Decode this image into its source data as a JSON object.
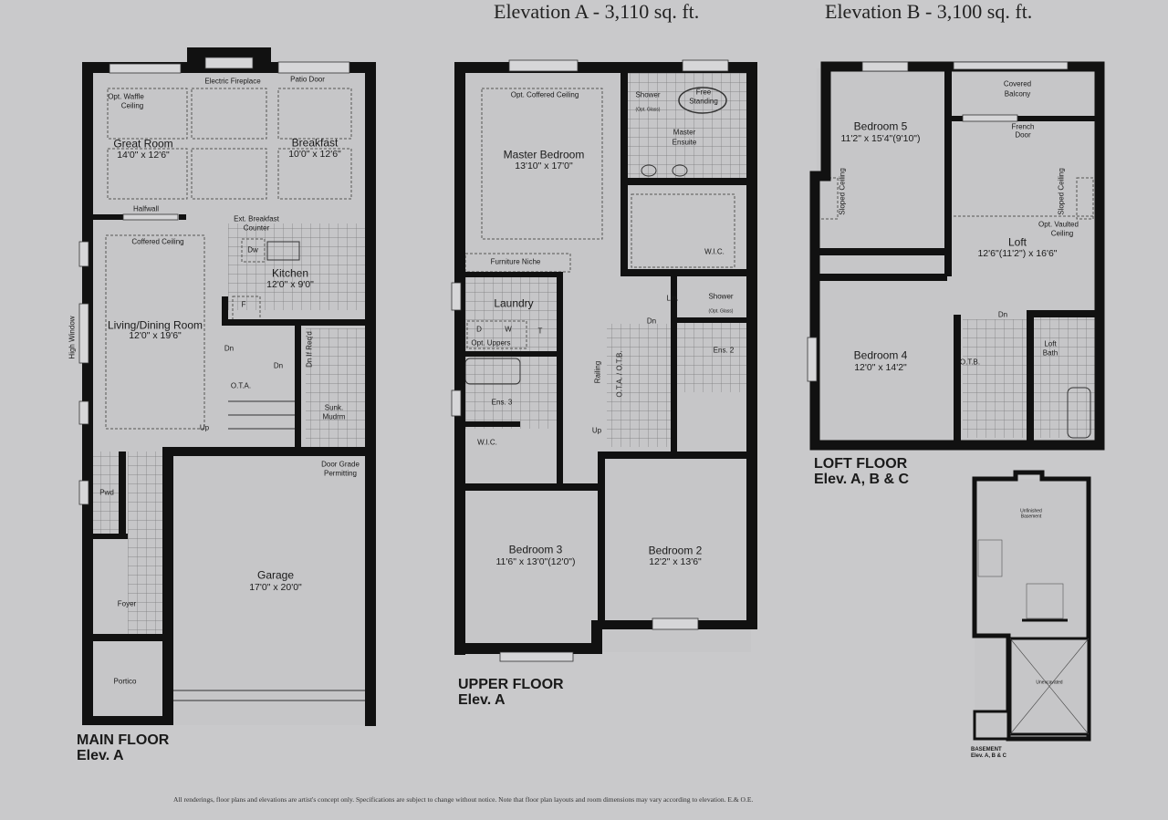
{
  "titles": {
    "elev_a": "Elevation A - 3,110 sq. ft.",
    "elev_b": "Elevation B - 3,100 sq. ft."
  },
  "main_floor": {
    "name": "MAIN FLOOR",
    "elev": "Elev. A",
    "electric_fireplace": "Electric Fireplace",
    "patio_door": "Patio Door",
    "waffle_1": "Opt. Waffle",
    "waffle_2": "Ceiling",
    "great_room": "Great Room",
    "great_room_dim": "14'0\" x 12'6\"",
    "breakfast": "Breakfast",
    "breakfast_dim": "10'0\" x 12'6\"",
    "halfwall": "Halfwall",
    "counter_1": "Ext. Breakfast",
    "counter_2": "Counter",
    "coffered": "Coffered Ceiling",
    "dw": "Dw",
    "kitchen": "Kitchen",
    "kitchen_dim": "12'0\" x 9'0\"",
    "fridge": "F",
    "living": "Living/Dining Room",
    "living_dim": "12'0\" x 19'6\"",
    "dn1": "Dn",
    "dn2": "Dn",
    "dn_if_reqd": "Dn If Req'd",
    "ota": "O.T.A.",
    "up": "Up",
    "mudrm_1": "Sunk.",
    "mudrm_2": "Mudrm",
    "door_grade_1": "Door Grade",
    "door_grade_2": "Permitting",
    "pwd": "Pwd",
    "foyer": "Foyer",
    "portico": "Portico",
    "garage": "Garage",
    "garage_dim": "17'0\" x 20'0\"",
    "high_window": "High Window"
  },
  "upper_floor": {
    "name": "UPPER FLOOR",
    "elev": "Elev. A",
    "opt_coffered": "Opt. Coffered Ceiling",
    "shower_1": "Shower",
    "shower_1b": "(Opt. Glass)",
    "free_1": "Free",
    "free_2": "Standing",
    "ensuite_1": "Master",
    "ensuite_2": "Ensuite",
    "master": "Master Bedroom",
    "master_dim": "13'10\" x 17'0\"",
    "wic1": "W.I.C.",
    "niche": "Furniture Niche",
    "laundry": "Laundry",
    "lin": "Lin.",
    "shower_2": "Shower",
    "shower_2b": "(Opt. Glass)",
    "dn": "Dn",
    "d": "D",
    "w": "W",
    "t": "T",
    "uppers": "Opt. Uppers",
    "ens2": "Ens. 2",
    "railing": "Railing",
    "ota_otb": "O.T.A. / O.T.B.",
    "ens3": "Ens. 3",
    "up": "Up",
    "wic2": "W.I.C.",
    "bed3": "Bedroom 3",
    "bed3_dim": "11'6\" x 13'0\"(12'0\")",
    "bed2": "Bedroom 2",
    "bed2_dim": "12'2\" x 13'6\""
  },
  "loft_floor": {
    "name": "LOFT FLOOR",
    "elev": "Elev. A, B & C",
    "balcony_1": "Covered",
    "balcony_2": "Balcony",
    "bed5": "Bedroom 5",
    "bed5_dim": "11'2\" x 15'4\"(9'10\")",
    "french_1": "French",
    "french_2": "Door",
    "sloped": "Sloped Ceiling",
    "vaulted_1": "Opt. Vaulted",
    "vaulted_2": "Ceiling",
    "loft": "Loft",
    "loft_dim": "12'6\"(11'2\") x 16'6\"",
    "dn": "Dn",
    "bath_1": "Loft",
    "bath_2": "Bath",
    "bed4": "Bedroom 4",
    "bed4_dim": "12'0\" x 14'2\"",
    "otb": "O.T.B."
  },
  "basement": {
    "name": "BASEMENT",
    "elev": "Elev. A, B & C",
    "unfinished_1": "Unfinished",
    "unfinished_2": "Basement",
    "unexcavated": "Unexcavated"
  },
  "footer": "All renderings, floor plans and elevations are artist's concept only. Specifications are subject to change without notice. Note that floor plan layouts and room dimensions may vary according to elevation. E.& O.E."
}
